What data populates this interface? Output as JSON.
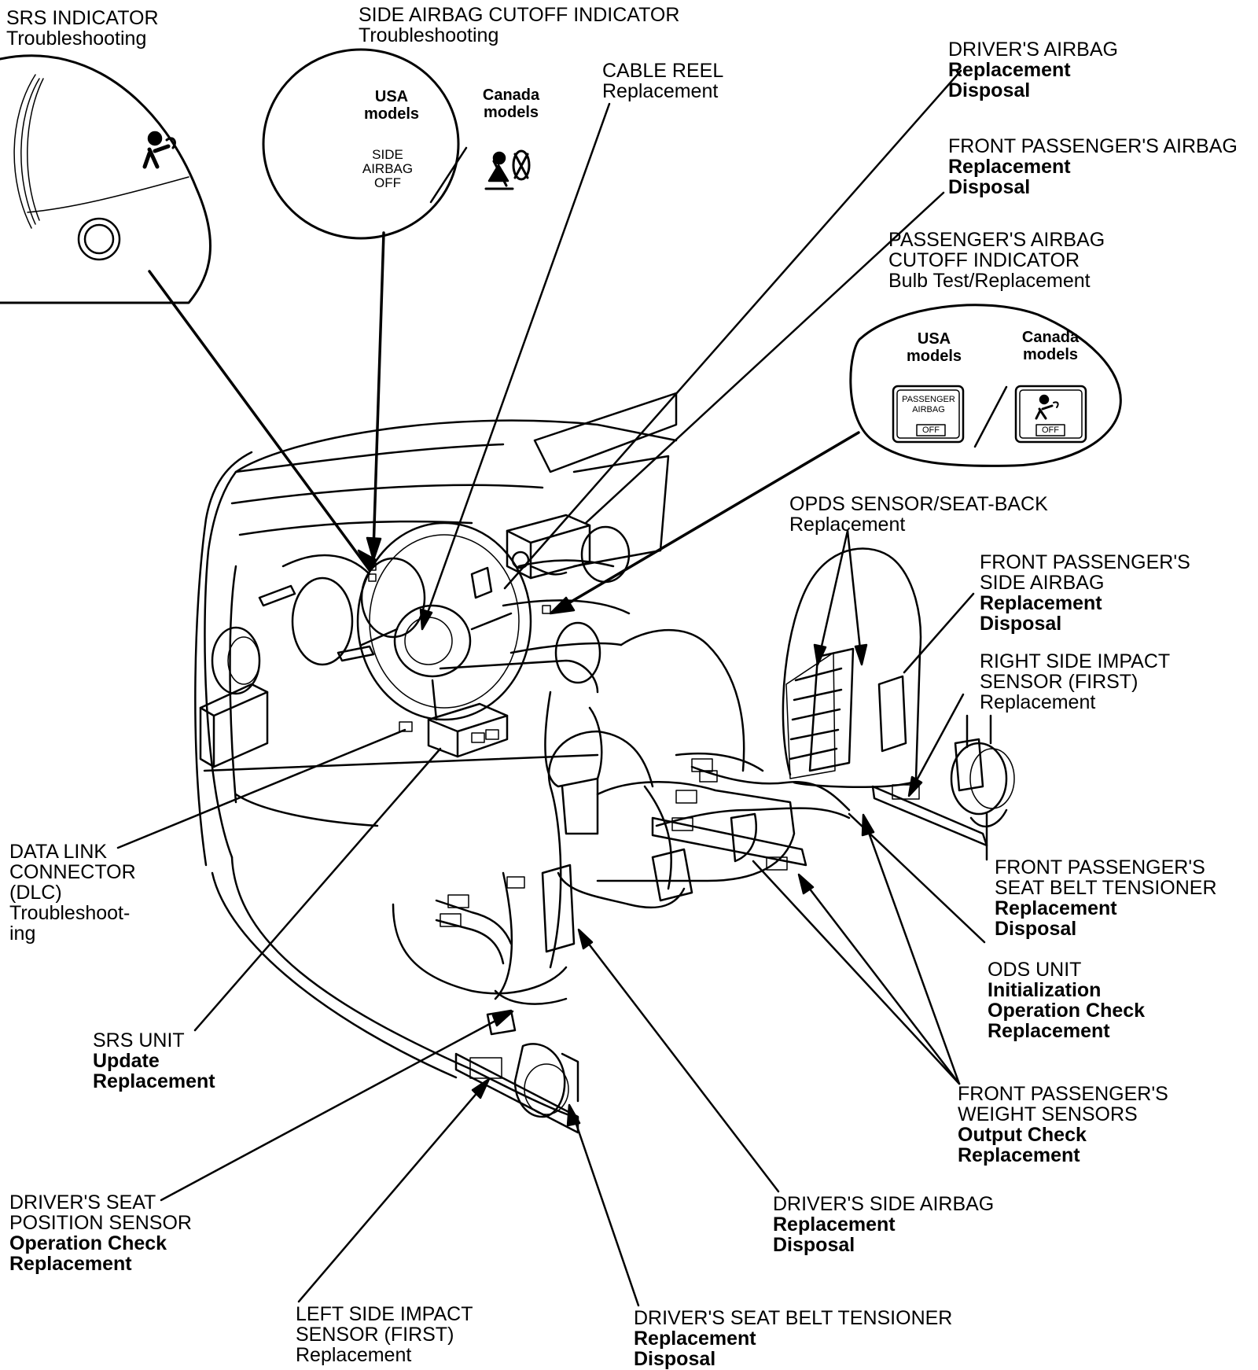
{
  "labels": {
    "srs_indicator": {
      "title": "SRS INDICATOR",
      "line2": "Troubleshooting"
    },
    "side_airbag_cutoff": {
      "title": "SIDE AIRBAG CUTOFF INDICATOR",
      "line2": "Troubleshooting"
    },
    "cable_reel": {
      "title": "CABLE REEL",
      "line2": "Replacement"
    },
    "drivers_airbag": {
      "title": "DRIVER'S AIRBAG",
      "line2": "Replacement",
      "line3": "Disposal"
    },
    "front_pass_airbag": {
      "title": "FRONT PASSENGER'S AIRBAG",
      "line2": "Replacement",
      "line3": "Disposal"
    },
    "pass_cutoff": {
      "title": "PASSENGER'S AIRBAG",
      "title2": "CUTOFF INDICATOR",
      "line2": "Bulb Test/Replacement"
    },
    "opds": {
      "title": "OPDS SENSOR/SEAT-BACK",
      "line2": "Replacement"
    },
    "front_pass_side_airbag": {
      "title": "FRONT PASSENGER'S",
      "title2": "SIDE AIRBAG",
      "line2": "Replacement",
      "line3": "Disposal"
    },
    "right_impact": {
      "title": "RIGHT SIDE IMPACT",
      "title2": "SENSOR (FIRST)",
      "line2": "Replacement"
    },
    "front_pass_tensioner": {
      "title": "FRONT PASSENGER'S",
      "title2": "SEAT BELT TENSIONER",
      "line2": "Replacement",
      "line3": "Disposal"
    },
    "ods_unit": {
      "title": "ODS UNIT",
      "line2": "Initialization",
      "line3": "Operation Check",
      "line4": "Replacement"
    },
    "weight_sensors": {
      "title": "FRONT PASSENGER'S",
      "title2": "WEIGHT SENSORS",
      "line2": "Output Check",
      "line3": "Replacement"
    },
    "drivers_side_airbag": {
      "title": "DRIVER'S SIDE AIRBAG",
      "line2": "Replacement",
      "line3": "Disposal"
    },
    "driver_tensioner": {
      "title": "DRIVER'S SEAT BELT TENSIONER",
      "line2": "Replacement",
      "line3": "Disposal"
    },
    "left_impact": {
      "title": "LEFT SIDE IMPACT",
      "title2": "SENSOR (FIRST)",
      "line2": "Replacement"
    },
    "seat_position": {
      "title": "DRIVER'S SEAT",
      "title2": "POSITION SENSOR",
      "line2": "Operation Check",
      "line3": "Replacement"
    },
    "srs_unit": {
      "title": "SRS UNIT",
      "line2": "Update",
      "line3": "Replacement"
    },
    "dlc": {
      "l1": "DATA LINK",
      "l2": "CONNECTOR",
      "l3": "(DLC)",
      "l4": "Troubleshoot-",
      "l5": "ing"
    }
  },
  "insets": {
    "side_cutoff": {
      "usa": "USA models",
      "canada": "Canada models",
      "usa_text": "SIDE AIRBAG OFF"
    },
    "pass_cutoff": {
      "usa": "USA models",
      "canada": "Canada models",
      "usa_text1": "PASSENGER",
      "usa_text2": "AIRBAG",
      "off": "OFF"
    }
  }
}
